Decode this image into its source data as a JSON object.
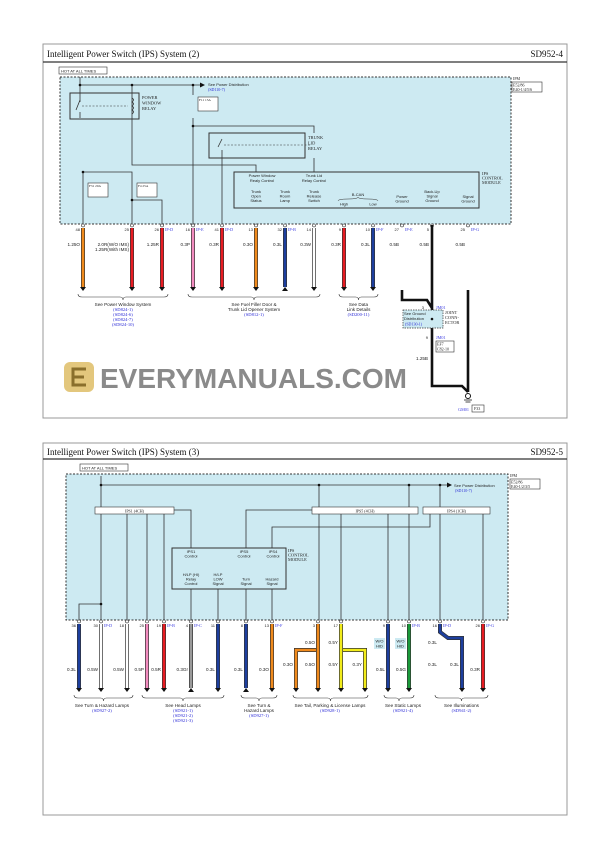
{
  "watermark": "EVERYMANUALS.COM",
  "colors": {
    "O": "#f08a1c",
    "R": "#e81b22",
    "P": "#f38cc0",
    "L": "#1d3f9e",
    "W": "#ffffff",
    "B": "#111111",
    "Gr": "#9a9a9a",
    "Y": "#f2ec1a",
    "G": "#1a9a3a",
    "diagram_bg": "#cdeaf2",
    "ref": "#2b2bd6"
  },
  "panel1": {
    "title": "Intelligent Power Switch (IPS) System (2)",
    "code": "SD952-4",
    "hot": "HOT AT ALL TIMES",
    "ipm": "IPM",
    "ipm_conn1": "E52/86",
    "ipm_conn2": "E40-1/4/5/6",
    "power_dist": "See Power Distribution",
    "power_dist_ref": "(SD110-7)",
    "pw_relay": [
      "POWER",
      "WINDOW",
      "RELAY"
    ],
    "trunk_relay": [
      "TRUNK",
      "LID",
      "RELAY"
    ],
    "fuse1": "F31 20A",
    "fuse2": "F4 25A",
    "fuse3": "F11 15A",
    "module": {
      "name": [
        "IPS",
        "CONTROL",
        "MODULE"
      ],
      "pw_ctrl": [
        "Power Window",
        "Realy Control"
      ],
      "tl_ctrl": [
        "Trunk Lid",
        "Relay Control"
      ],
      "trunk_open": [
        "Trunk",
        "Open",
        "Status"
      ],
      "trunk_room": [
        "Trunk",
        "Room",
        "Lamp"
      ],
      "trunk_release": [
        "Trunk",
        "Release",
        "Switch"
      ],
      "bcan": "B-CAN",
      "high": "High",
      "low": "Low",
      "power_gnd": [
        "Power",
        "Ground"
      ],
      "backup_gnd": [
        "Back-Up",
        "Signal",
        "Ground"
      ],
      "signal_gnd": [
        "Signal",
        "Ground"
      ]
    },
    "pins": [
      {
        "pin": "48",
        "tag": "",
        "wire": [
          "1.25O"
        ],
        "color": "O"
      },
      {
        "pin": "25",
        "tag": "",
        "wire": [
          "2.0R(W/O IMS)",
          "1.25R(With IMS)"
        ],
        "color": "R"
      },
      {
        "pin": "26",
        "tag": "IP-D",
        "wire": [
          "1.25R"
        ],
        "color": "R"
      },
      {
        "pin": "16",
        "tag": "IP-E",
        "wire": [
          "0.3P"
        ],
        "color": "P"
      },
      {
        "pin": "41",
        "tag": "IP-D",
        "wire": [
          "0.3R"
        ],
        "color": "R"
      },
      {
        "pin": "13",
        "tag": "",
        "wire": [
          "0.3O"
        ],
        "color": "O"
      },
      {
        "pin": "32",
        "tag": "IP-B",
        "wire": [
          "0.3L"
        ],
        "color": "L"
      },
      {
        "pin": "14",
        "tag": "",
        "wire": [
          "0.3W"
        ],
        "color": "W"
      },
      {
        "pin": "9",
        "tag": "",
        "wire": [
          "0.3R"
        ],
        "color": "R"
      },
      {
        "pin": "10",
        "tag": "IP-F",
        "wire": [
          "0.3L"
        ],
        "color": "L"
      },
      {
        "pin": "27",
        "tag": "IP-E",
        "wire": [
          "0.5B"
        ],
        "color": "B"
      },
      {
        "pin": "5",
        "tag": "",
        "wire": [
          "0.5B"
        ],
        "color": "B"
      },
      {
        "pin": "25",
        "tag": "IP-G",
        "wire": [
          "0.5B"
        ],
        "color": "B"
      }
    ],
    "groups": [
      {
        "label": [
          "See Power Window System"
        ],
        "refs": [
          "(SD824-1)",
          "(SD824-6)",
          "(SD824-7)",
          "(SD824-10)"
        ]
      },
      {
        "label": [
          "See Fuel Filler Door &",
          "Trunk Lid Opener System"
        ],
        "refs": [
          "(SD812-1)"
        ]
      },
      {
        "label": [
          "See Data",
          "Link Details"
        ],
        "refs": [
          "(SD200-11)"
        ]
      }
    ],
    "joint": {
      "see": [
        "See Ground",
        "Distribution"
      ],
      "ref": "(SD130-1)",
      "name": [
        "JOINT",
        "CONN-",
        "ECTOR"
      ],
      "id": "JM01",
      "pin_top": "3",
      "pin_bot": "9",
      "conn": [
        "EF7",
        "C82-10"
      ],
      "wire": "1.25B"
    },
    "ground": {
      "id": "GM01",
      "loc": "F33"
    }
  },
  "panel2": {
    "title": "Intelligent Power Switch (IPS) System (3)",
    "code": "SD952-5",
    "hot": "HOT AT ALL TIMES",
    "ipm": "IPM",
    "ipm_conn1": "E52/86",
    "ipm_conn2": "E40-1/2/3/5",
    "power_dist": "See Power Distribution",
    "power_dist_ref": "(SD110-7)",
    "ips1": "IPS1 (4CH)",
    "ips5": "IPS5 (4CH)",
    "ips4": "IPS4 (1CH)",
    "module": {
      "name": [
        "IPS",
        "CONTROL",
        "MODULE"
      ],
      "ips1_ctrl": [
        "IPS1",
        "Control"
      ],
      "ips5_ctrl": [
        "IPS5",
        "Control"
      ],
      "ips4_ctrl": [
        "IPS4",
        "Control"
      ],
      "hlp_hi": [
        "H/LP (HI)",
        "Relay",
        "Control"
      ],
      "hlp_low": [
        "H/LP",
        "LOW",
        "Signal"
      ],
      "turn": [
        "Turn",
        "Signal"
      ],
      "hazard": [
        "Hazard",
        "Signal"
      ]
    },
    "pins": [
      {
        "pin": "36",
        "tag": "",
        "wire": [
          "0.3L"
        ],
        "color": "L"
      },
      {
        "pin": "30",
        "tag": "IP-D",
        "wire": [
          "0.5W"
        ],
        "color": "W"
      },
      {
        "pin": "18",
        "tag": "",
        "wire": [
          "0.5W"
        ],
        "color": "W"
      },
      {
        "pin": "25",
        "tag": "",
        "wire": [
          "0.5P"
        ],
        "color": "P"
      },
      {
        "pin": "19",
        "tag": "IP-B",
        "wire": [
          "0.5R"
        ],
        "color": "R"
      },
      {
        "pin": "4",
        "tag": "IP-C",
        "wire": [
          "0.3Gr"
        ],
        "color": "Gr"
      },
      {
        "pin": "11",
        "tag": "",
        "wire": [
          "0.3L"
        ],
        "color": "L"
      },
      {
        "pin": "8",
        "tag": "",
        "wire": [
          "0.3L"
        ],
        "color": "L"
      },
      {
        "pin": "13",
        "tag": "IP-F",
        "wire": [
          "0.3O"
        ],
        "color": "O"
      },
      {
        "pin": "3",
        "tag": "",
        "wire": [
          "0.5O"
        ],
        "color": "O",
        "branch": [
          "0.3O",
          "0.5O"
        ]
      },
      {
        "pin": "17",
        "tag": "",
        "wire": [
          "0.5Y"
        ],
        "color": "Y",
        "branch": [
          "0.5Y",
          "0.3Y"
        ]
      },
      {
        "pin": "9",
        "tag": "",
        "wire": [
          "0.5L"
        ],
        "color": "L",
        "note": [
          "W/O",
          "HID"
        ]
      },
      {
        "pin": "10",
        "tag": "IP-B",
        "wire": [
          "0.5G"
        ],
        "color": "G",
        "note": [
          "W/O",
          "HID"
        ]
      },
      {
        "pin": "16",
        "tag": "IP-D",
        "wire": [
          "0.3L"
        ],
        "color": "L",
        "branch": [
          "0.3L",
          "0.3L"
        ]
      },
      {
        "pin": "26",
        "tag": "IP-G",
        "wire": [
          "0.3R"
        ],
        "color": "R"
      }
    ],
    "groups": [
      {
        "label": [
          "See Turn & Hazard Lamps"
        ],
        "refs": [
          "(SD927-2)"
        ]
      },
      {
        "label": [
          "See Head Lamps"
        ],
        "refs": [
          "(SD921-1)",
          "(SD921-2)",
          "(SD921-3)"
        ]
      },
      {
        "label": [
          "See Turn &",
          "Hazard Lamps"
        ],
        "refs": [
          "(SD927-1)"
        ]
      },
      {
        "label": [
          "See Tail, Parking & License Lamps"
        ],
        "refs": [
          "(SD928-1)"
        ]
      },
      {
        "label": [
          "See Static Lamps"
        ],
        "refs": [
          "(SD921-4)"
        ]
      },
      {
        "label": [
          "See Illuminations"
        ],
        "refs": [
          "(SD941-2)"
        ]
      }
    ]
  }
}
